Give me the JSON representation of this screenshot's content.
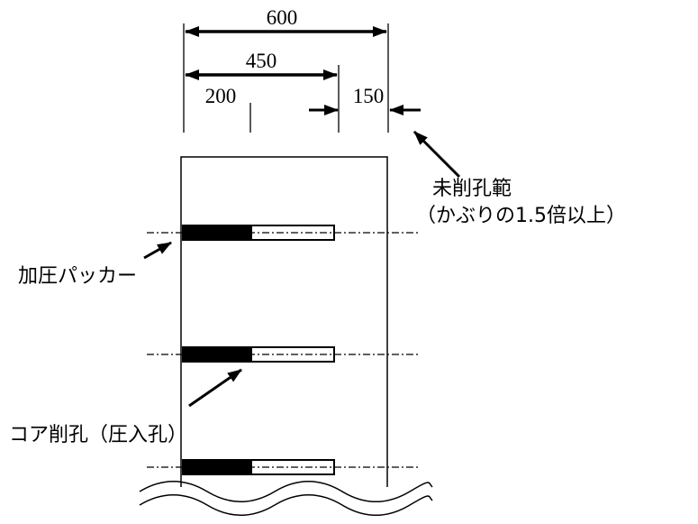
{
  "dimensions": {
    "total": "600",
    "hole_length": "450",
    "packer_length": "200",
    "uncut": "150"
  },
  "labels": {
    "uncut_zone": "未削孔範",
    "uncut_zone_note": "（かぶりの1.5倍以上）",
    "packer": "加圧パッカー",
    "core_hole": "コア削孔（圧入孔）"
  }
}
